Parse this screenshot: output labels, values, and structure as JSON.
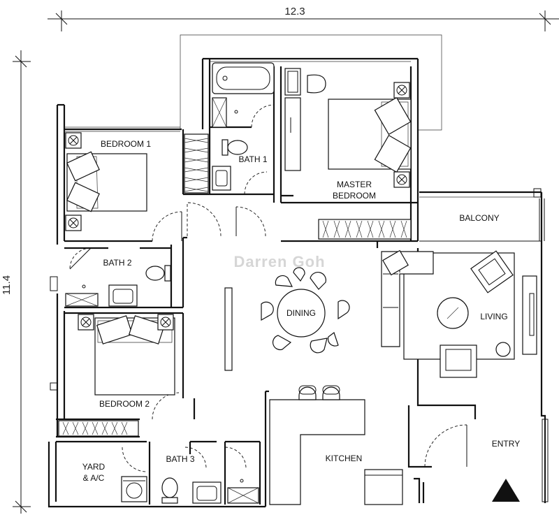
{
  "dimensions": {
    "width_label": "12.3",
    "height_label": "11.4"
  },
  "rooms": {
    "bedroom1": "BEDROOM 1",
    "bath1": "BATH 1",
    "master_line1": "MASTER",
    "master_line2": "BEDROOM",
    "balcony": "BALCONY",
    "bath2": "BATH 2",
    "dining": "DINING",
    "living": "LIVING",
    "bedroom2": "BEDROOM 2",
    "yard_line1": "YARD",
    "yard_line2": "& A/C",
    "bath3": "BATH 3",
    "kitchen": "KITCHEN",
    "entry": "ENTRY"
  },
  "watermark": "Darren Goh"
}
